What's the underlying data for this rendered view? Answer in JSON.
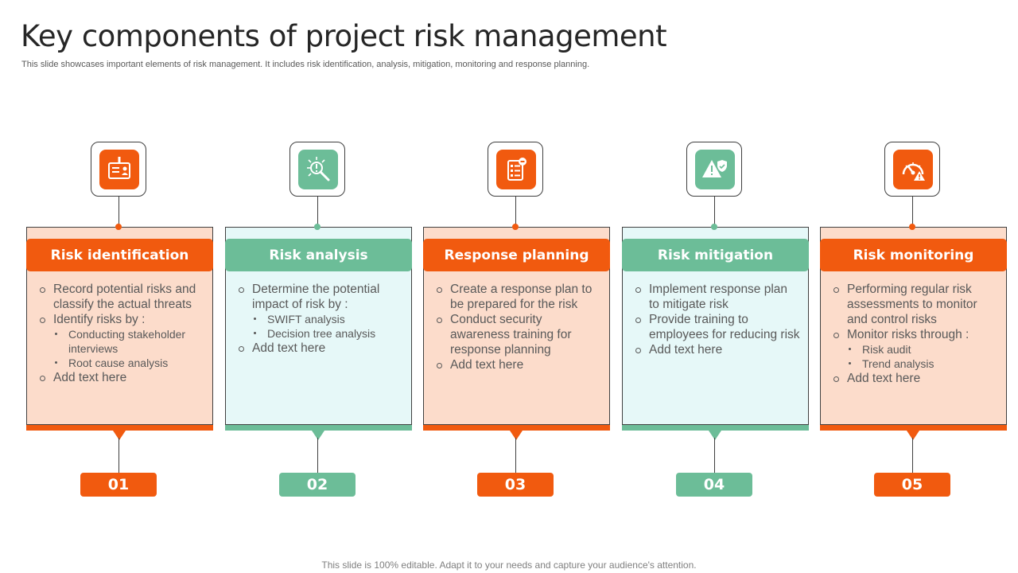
{
  "title": "Key components of project risk management",
  "subtitle": "This slide showcases important elements of risk management. It includes risk identification, analysis, mitigation, monitoring and response planning.",
  "footer": "This slide is 100% editable. Adapt it to your needs and capture your audience's attention.",
  "colors": {
    "orange": "#f15a0f",
    "green": "#6cbd98",
    "orange_light": "#fcdccb",
    "green_light": "#e6f8f8"
  },
  "components": [
    {
      "number": "01",
      "heading": "Risk identification",
      "icon": "id-card-icon",
      "theme": "orange",
      "items": [
        {
          "text": "Record potential risks and classify the actual threats"
        },
        {
          "text": "Identify  risks by :",
          "subitems": [
            "Conducting stakeholder interviews",
            "Root cause analysis"
          ]
        },
        {
          "text": "Add text here"
        }
      ]
    },
    {
      "number": "02",
      "heading": "Risk analysis",
      "icon": "magnifier-idea-icon",
      "theme": "green",
      "items": [
        {
          "text": "Determine the potential impact of risk by :",
          "subitems": [
            "SWIFT analysis",
            "Decision tree analysis"
          ]
        },
        {
          "text": "Add text here"
        }
      ]
    },
    {
      "number": "03",
      "heading": "Response planning",
      "icon": "checklist-icon",
      "theme": "orange",
      "items": [
        {
          "text": "Create a response plan to be prepared for the risk"
        },
        {
          "text": "Conduct security awareness training for response planning"
        },
        {
          "text": "Add text here"
        }
      ]
    },
    {
      "number": "04",
      "heading": "Risk mitigation",
      "icon": "warning-shield-icon",
      "theme": "green",
      "items": [
        {
          "text": "Implement  response plan to mitigate risk"
        },
        {
          "text": "Provide training to employees for reducing risk"
        },
        {
          "text": "Add text here"
        }
      ]
    },
    {
      "number": "05",
      "heading": "Risk monitoring",
      "icon": "gauge-warning-icon",
      "theme": "orange",
      "items": [
        {
          "text": "Performing regular risk assessments to monitor and control risks"
        },
        {
          "text": "Monitor risks through :",
          "subitems": [
            "Risk audit",
            "Trend analysis"
          ]
        },
        {
          "text": "Add text here"
        }
      ]
    }
  ]
}
